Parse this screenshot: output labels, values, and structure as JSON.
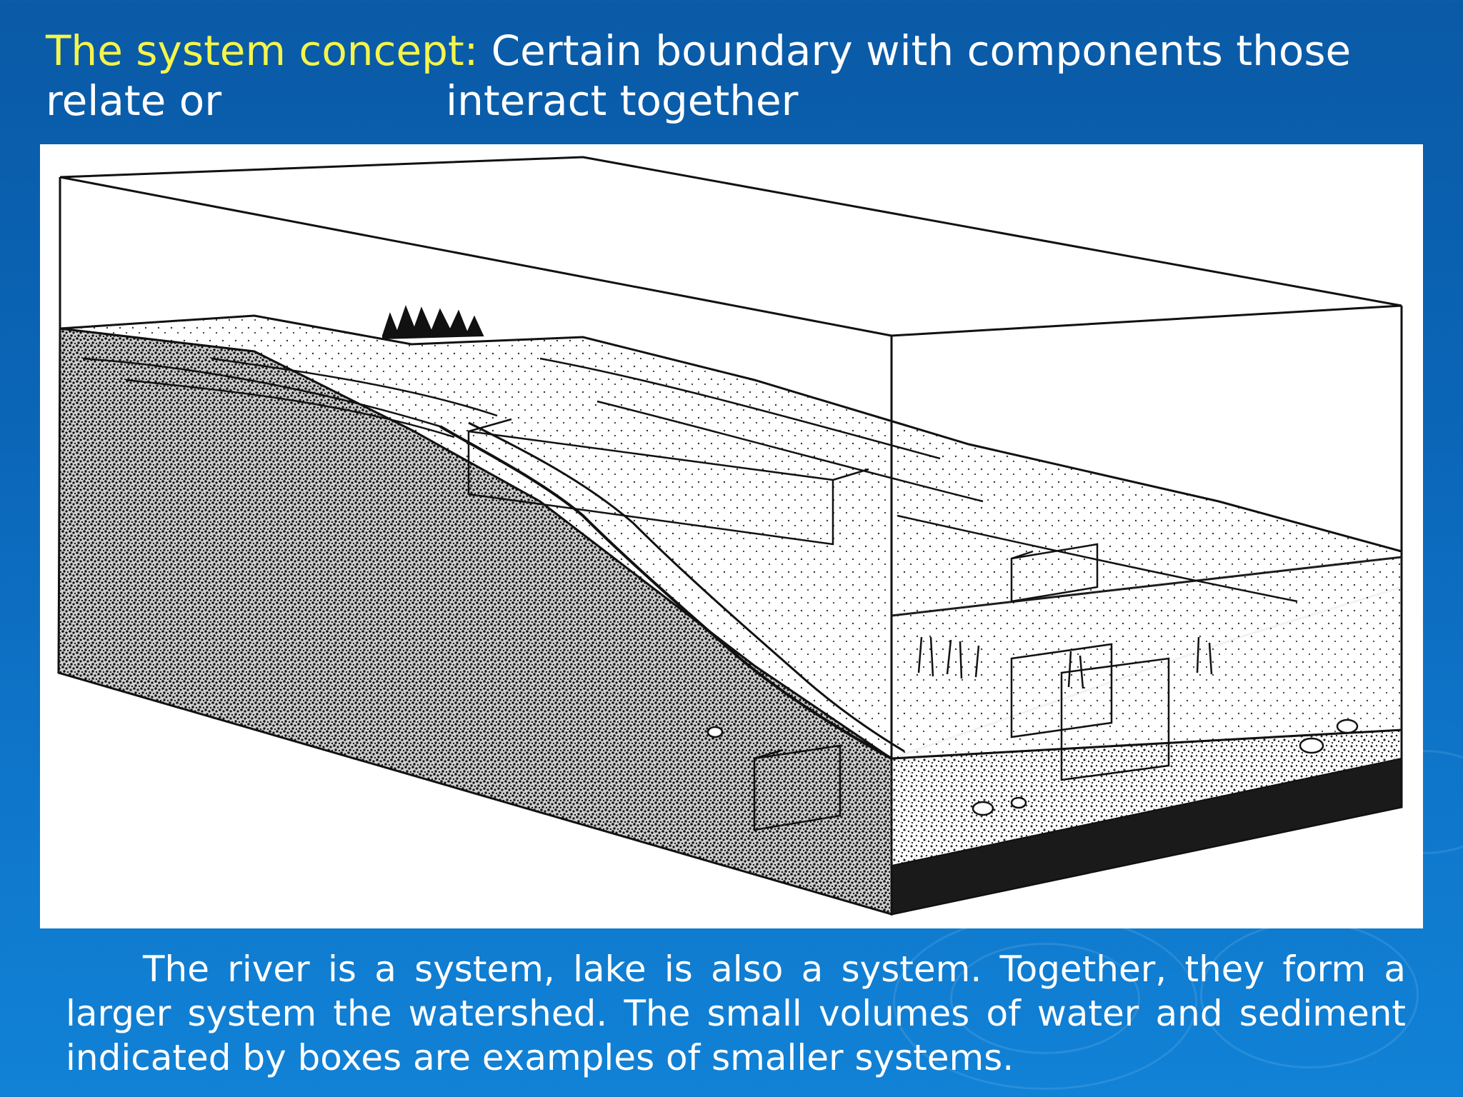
{
  "title": {
    "key": "The system concept:",
    "rest_line1": "Certain boundary with components those relate or",
    "rest_line2": "interact together"
  },
  "caption": "The river is a system, lake is also a system. Together, they form a larger system the watershed. The small volumes of water and sediment indicated by boxes are examples of smaller systems.",
  "colors": {
    "background": "#0b66b8",
    "title_key": "#f5f54a",
    "text": "#ffffff"
  }
}
